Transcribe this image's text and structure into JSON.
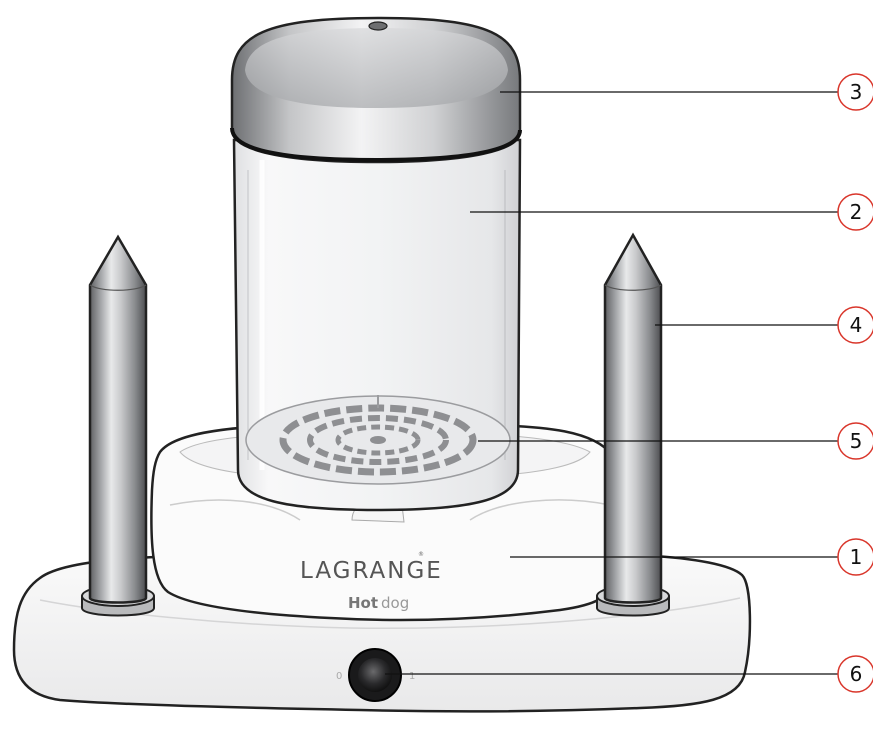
{
  "product": {
    "brand": "LAGRANGE",
    "registered_mark": "®",
    "model_bold": "Hot",
    "model_light": "dog"
  },
  "switch": {
    "off_label": "0",
    "on_label": "1"
  },
  "callouts": [
    {
      "number": "3",
      "part": "lid"
    },
    {
      "number": "2",
      "part": "glass-tank"
    },
    {
      "number": "4",
      "part": "heating-spike"
    },
    {
      "number": "5",
      "part": "water-grid"
    },
    {
      "number": "1",
      "part": "base"
    },
    {
      "number": "6",
      "part": "power-switch"
    }
  ],
  "colors": {
    "callout_circle": "#d9362b",
    "leader_line": "#111111",
    "outline": "#222222"
  }
}
